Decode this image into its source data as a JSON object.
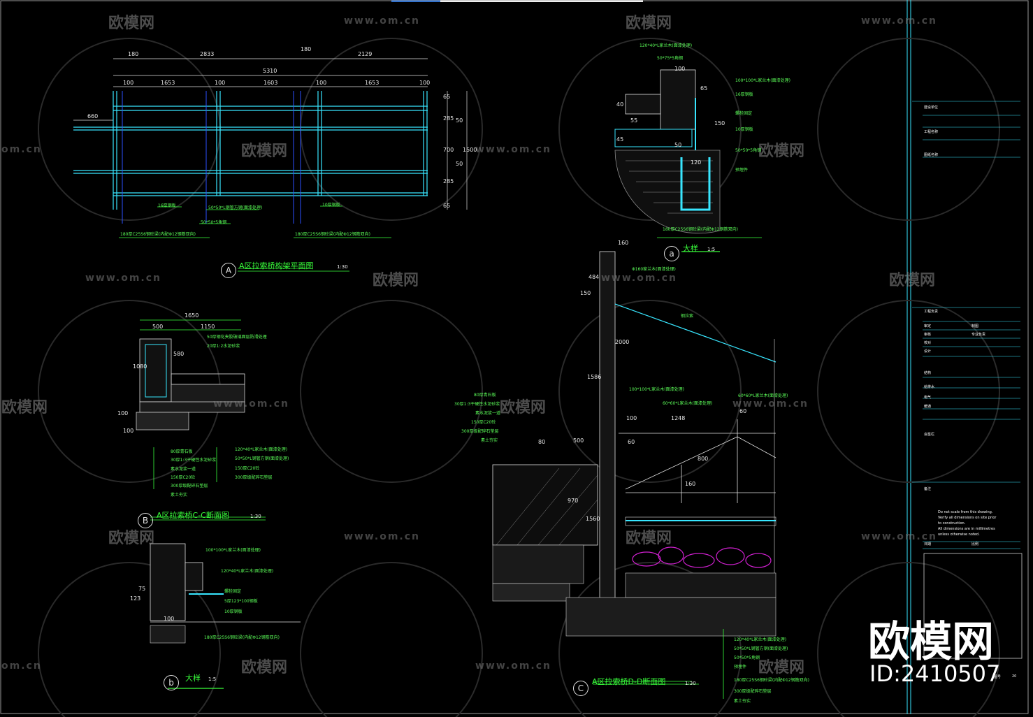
{
  "watermark": {
    "brand": "欧模网",
    "url": "www.om.cn",
    "url_short": "om.cn"
  },
  "brand_overlay": {
    "name": "欧模网",
    "id": "ID:2410507"
  },
  "sections": {
    "A": {
      "tag": "A",
      "title": "A区拉索桥构架平面图",
      "scale": "1:30"
    },
    "B": {
      "tag": "B",
      "title": "A区拉索桥C-C断面图",
      "scale": "1:30"
    },
    "C": {
      "tag": "C",
      "title": "A区拉索桥D-D断面图",
      "scale": "1:30"
    },
    "a": {
      "tag": "a",
      "title": "大样",
      "scale": "1:5"
    },
    "b": {
      "tag": "b",
      "title": "大样",
      "scale": "1:5"
    }
  },
  "plan_dims": {
    "top": [
      "180",
      "2833",
      "180",
      "2129"
    ],
    "total": "5310",
    "mid": [
      "100",
      "1653",
      "100",
      "1603",
      "100",
      "1653",
      "100"
    ],
    "left": "660",
    "right": [
      "65",
      "285",
      "50",
      "700",
      "50",
      "285",
      "65",
      "1500"
    ],
    "notes": [
      "16厚钢板",
      "50*50*L钢管方钢(面漆处理)",
      "50*50*5角钢",
      "10厚钢板",
      "180厚C25S6钢砼梁(内配Φ12钢筋双向)",
      "180厚C25S6钢砼梁(内配Φ12钢筋双向)"
    ]
  },
  "detail_a": {
    "dims": [
      "100",
      "65",
      "40",
      "55",
      "45",
      "50",
      "150",
      "120"
    ],
    "notes": [
      "120*40*L家兰木(面漆处理)",
      "50*75*5角钢",
      "100*100*L家兰木(面漆处理)",
      "16厚钢板",
      "螺栓固定",
      "10厚钢板",
      "50*50*5角钢",
      "预埋件",
      "180厚C25S6钢砼梁(内配Φ12钢筋双向)"
    ]
  },
  "section_B": {
    "dims": [
      "1650",
      "500",
      "1150",
      "1080",
      "580",
      "100",
      "100"
    ],
    "notes_top": [
      "50厚钢化夹胶玻璃面层防滑处理",
      "20厚1:2水泥砂浆"
    ],
    "notes_left": [
      "80厚青石板",
      "30厚1:3干硬性水泥砂浆",
      "素水泥浆一道",
      "150厚C20砼",
      "300厚级配碎石垫层",
      "素土夯实"
    ],
    "notes_right": [
      "120*40*L家兰木(面漆处理)",
      "50*50*L钢管方钢(面漆处理)",
      "150厚C20砼",
      "300厚级配碎石垫层"
    ]
  },
  "detail_b": {
    "dims": [
      "123",
      "75",
      "100"
    ],
    "notes": [
      "100*100*L家兰木(面漆处理)",
      "120*40*L家兰木(面漆处理)",
      "螺栓固定",
      "5厚123*100钢板",
      "10厚钢板",
      "180厚C25S6钢砼梁(内配Φ12钢筋双向)"
    ]
  },
  "section_C": {
    "dims": [
      "160",
      "484",
      "150",
      "2000",
      "1586",
      "100",
      "1248",
      "60",
      "80",
      "500",
      "970",
      "1560",
      "800",
      "160",
      "60"
    ],
    "notes_top": [
      "Φ160家兰木(面漆处理)",
      "钢拉索",
      "100*100*L家兰木(面漆处理)",
      "60*60*L家兰木(面漆处理)",
      "60*60*L家兰木(面漆处理)"
    ],
    "notes_left": [
      "80厚青石板",
      "30厚1:3干硬性水泥砂浆",
      "素水泥浆一道",
      "150厚C20砼",
      "300厚级配碎石垫层",
      "素土夯实"
    ],
    "notes_bottom": [
      "120*40*L家兰木(面漆处理)",
      "50*50*L钢管方钢(面漆处理)",
      "50*50*5角钢",
      "预埋件",
      "180厚C25S6钢砼梁(内配Φ12钢筋双向)",
      "300厚级配碎石垫层",
      "素土夯实"
    ]
  },
  "title_block": {
    "rows": [
      "建设单位",
      "工程名称",
      "图纸名称",
      "工程负责",
      "审定",
      "审核",
      "校对",
      "设计",
      "制图",
      "专业负责",
      "结构",
      "给排水",
      "电气",
      "暖通",
      "会签栏",
      "备注",
      "日期",
      "比例",
      "图号"
    ],
    "note_lines": [
      "Do not scale from this drawing.",
      "Verify all dimensions on site prior",
      "to construction.",
      "All dimensions are in millimetres",
      "unless otherwise noted."
    ],
    "sheet_no": "20"
  },
  "colors": {
    "background": "#000000",
    "cyan": "#38e6ff",
    "green": "#39ff3b",
    "white": "#e8e8e8",
    "blue": "#2b50ff",
    "magenta": "#d020d0"
  }
}
